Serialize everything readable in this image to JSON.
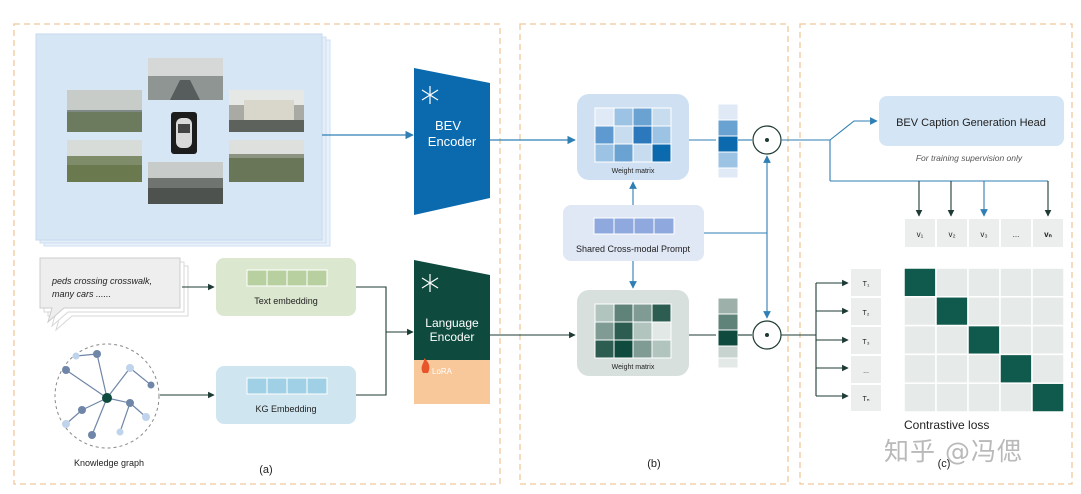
{
  "panels": {
    "a_label": "(a)",
    "b_label": "(b)",
    "c_label": "(c)"
  },
  "bev_encoder": {
    "line1": "BEV",
    "line2": "Encoder"
  },
  "language_encoder": {
    "line1": "Language",
    "line2": "Encoder",
    "lora": "LoRA"
  },
  "text_input": {
    "line1": "peds crossing crosswalk,",
    "line2": "many cars ......"
  },
  "text_embedding": {
    "label": "Text embedding"
  },
  "kg_embedding": {
    "label": "KG Embedding"
  },
  "knowledge_graph": {
    "label": "Knowledge graph"
  },
  "weight_matrix_top": {
    "label": "Weight matrix"
  },
  "weight_matrix_bottom": {
    "label": "Weight matrix"
  },
  "prompt": {
    "label": "Shared Cross-modal Prompt"
  },
  "caption_head": {
    "label": "BEV Caption Generation Head",
    "note": "For training supervision only"
  },
  "v_labels": [
    "v₁",
    "v₂",
    "v₃",
    "...",
    "vₙ"
  ],
  "t_labels": [
    "T₁",
    "T₂",
    "T₃",
    "...",
    "Tₙ"
  ],
  "contrastive": {
    "label": "Contrastive loss"
  },
  "watermark": {
    "text": "知乎 @冯偲"
  },
  "colors": {
    "frame": "#f0c89a",
    "bev_blue": "#0b6aae",
    "lang_green": "#0f4a3e",
    "lora_orange": "#f8c79a",
    "matrix_dark": "#0f5a4c"
  }
}
